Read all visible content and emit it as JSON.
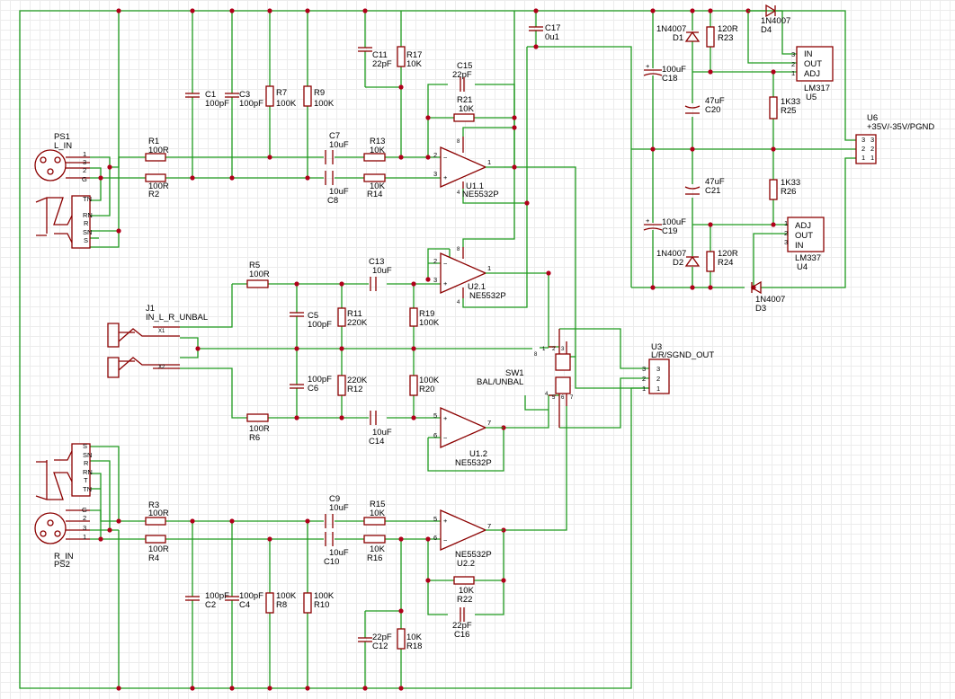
{
  "colors": {
    "wire": "#1e9a1e",
    "symbol": "#8b0000",
    "junction": "#b0001a",
    "grid": "#ececec"
  },
  "labels": {
    "ps1_ref": "PS1",
    "ps1_val": "L_IN",
    "ps2_ref": "R_IN",
    "ps2_val": "PS2",
    "xlr_pins": {
      "p1": "1",
      "p3": "3",
      "p2": "2",
      "g": "G"
    },
    "trs_pins": {
      "tn": "TN",
      "rn": "RN",
      "r": "R",
      "sn": "SN",
      "s": "S",
      "t": "T"
    },
    "r1": "R1",
    "r1v": "100R",
    "r2": "R2",
    "r2v": "100R",
    "r3": "R3",
    "r3v": "100R",
    "r4": "R4",
    "r4v": "100R",
    "c1": "C1",
    "c1v": "100pF",
    "c3": "C3",
    "c3v": "100pF",
    "c2": "C2",
    "c2v": "100pF",
    "c4": "C4",
    "c4v": "100pF",
    "r7": "R7",
    "r7v": "100K",
    "r9": "R9",
    "r9v": "100K",
    "r8": "R8",
    "r8v": "100K",
    "r10": "R10",
    "r10v": "100K",
    "c11": "C11",
    "c11v": "22pF",
    "r17": "R17",
    "r17v": "10K",
    "c12": "C12",
    "c12v": "22pF",
    "r18": "R18",
    "r18v": "10K",
    "c15": "C15",
    "c15v": "22pF",
    "r21": "R21",
    "r21v": "10K",
    "c16": "C16",
    "c16v": "22pF",
    "r22": "R22",
    "r22v": "10K",
    "c7": "C7",
    "c7v": "10uF",
    "c8": "C8",
    "c8v": "10uF",
    "c9": "C9",
    "c9v": "10uF",
    "c10": "C10",
    "c10v": "10uF",
    "r13": "R13",
    "r13v": "10K",
    "r14": "R14",
    "r14v": "10K",
    "r15": "R15",
    "r15v": "10K",
    "r16": "R16",
    "r16v": "10K",
    "u11": "U1.1",
    "u11v": "NE5532P",
    "u21": "U2.1",
    "u21v": "NE5532P",
    "u12": "U1.2",
    "u12v": "NE5532P",
    "u22": "U2.2",
    "u22v": "NE5532P",
    "pin1": "1",
    "pin2": "2",
    "pin3": "3",
    "pin4": "4",
    "pin5": "5",
    "pin6": "6",
    "pin7": "7",
    "pin8": "8",
    "j1": "J1",
    "j1v": "IN_L_R_UNBAL",
    "x1": "X1",
    "x2": "X2",
    "r5": "R5",
    "r5v": "100R",
    "r6": "R6",
    "r6v": "100R",
    "c5": "C5",
    "c5v": "100pF",
    "c6": "C6",
    "c6v": "100pF",
    "r11": "R11",
    "r11v": "220K",
    "r12": "R12",
    "r12v": "220K",
    "c13": "C13",
    "c13v": "10uF",
    "c14": "C14",
    "c14v": "10uF",
    "r19": "R19",
    "r19v": "100K",
    "r20": "R20",
    "r20v": "100K",
    "sw1": "SW1",
    "sw1v": "BAL/UNBAL",
    "u3": "U3",
    "u3v": "L/R/SGND_OUT",
    "c17": "C17",
    "c17v": "0u1",
    "c18": "C18",
    "c18v": "100uF",
    "c19": "C19",
    "c19v": "100uF",
    "c20": "C20",
    "c20v": "47uF",
    "c21": "C21",
    "c21v": "47uF",
    "d1": "D1",
    "d1v": "1N4007",
    "d2": "D2",
    "d2v": "1N4007",
    "d3": "D3",
    "d3v": "1N4007",
    "d4": "D4",
    "d4v": "1N4007",
    "r23": "R23",
    "r23v": "120R",
    "r24": "R24",
    "r24v": "120R",
    "r25": "R25",
    "r25v": "1K33",
    "r26": "R26",
    "r26v": "1K33",
    "u5": "U5",
    "u5v": "LM317",
    "u4": "U4",
    "u4v": "LM337",
    "in": "IN",
    "out": "OUT",
    "adj": "ADJ",
    "u6": "U6",
    "u6v": "+35V/-35V/PGND"
  }
}
